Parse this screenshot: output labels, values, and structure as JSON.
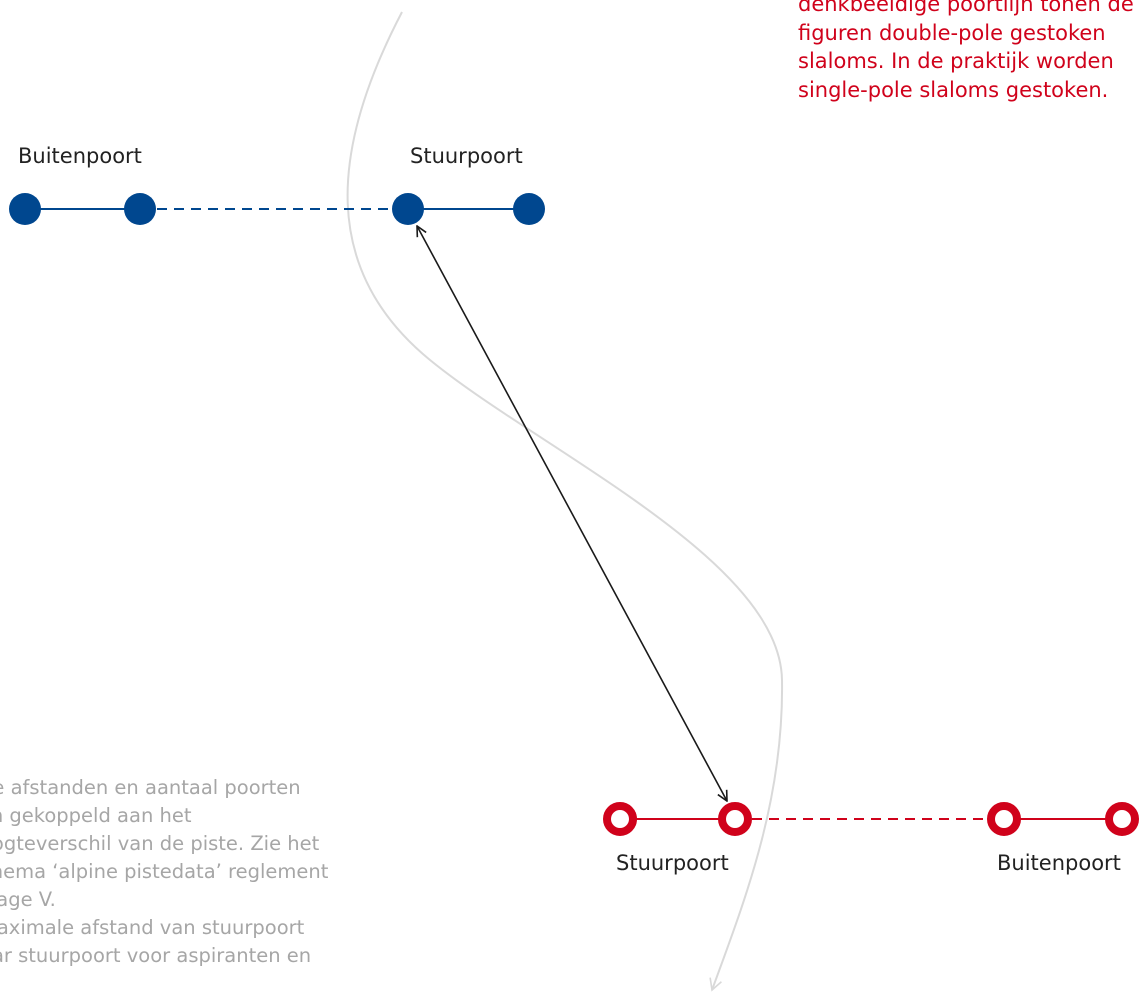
{
  "labels": {
    "top_left": "Buitenpoort",
    "top_right": "Stuurpoort",
    "bottom_left": "Stuurpoort",
    "bottom_right": "Buitenpoort"
  },
  "note_red": [
    "denkbeeldige poortlijn tonen de",
    "figuren double-pole gestoken",
    "slaloms. In de praktijk worden",
    "single-pole slaloms gestoken."
  ],
  "note_grey": [
    " de afstanden en aantaal poorten",
    "ijn gekoppeld aan het",
    "oogteverschil van de piste. Zie het",
    "chema ‘alpine pistedata’ reglement",
    "ijlage V.",
    "Maximale afstand van stuurpoort",
    "aar stuurpoort voor aspiranten en"
  ],
  "colors": {
    "blue_gate": "#00478f",
    "red_gate": "#d0021b",
    "ski_path": "#d9d9d9",
    "distance_arrow": "#1a1a1a",
    "grey_text": "#a6a6a6"
  },
  "icons": {
    "blue_gate": "filled-circle",
    "red_gate": "ring-circle"
  }
}
